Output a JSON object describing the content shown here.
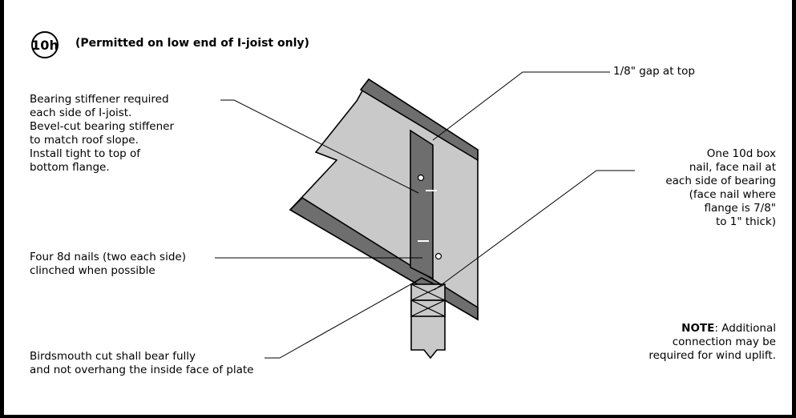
{
  "detail": {
    "badge": "10h",
    "heading": "(Permitted on low end of I-joist only)"
  },
  "labels": {
    "gap": "1/8\" gap at top",
    "bearing_stiffener": [
      "Bearing stiffener required",
      "each side of I-joist.",
      "Bevel-cut bearing stiffener",
      "to match roof slope.",
      "Install tight to top of",
      "bottom flange."
    ],
    "box_nail": [
      "One 10d box",
      "nail, face nail at",
      "each side of bearing",
      "(face nail where",
      "flange is 7/8\"",
      "to 1\" thick)"
    ],
    "nails": [
      "Four 8d nails (two each side)",
      "clinched when possible"
    ],
    "birdsmouth": [
      "Birdsmouth cut shall bear fully",
      "and not overhang the inside face of plate"
    ],
    "note": {
      "prefix": "NOTE",
      "lines": [
        ": Additional",
        "connection may be",
        "required for wind uplift."
      ]
    }
  },
  "colors": {
    "web": "#c9c9c9",
    "flange": "#6e6e6e",
    "stiffener": "#6e6e6e",
    "stroke": "#000000",
    "plate": "#c9c9c9"
  }
}
